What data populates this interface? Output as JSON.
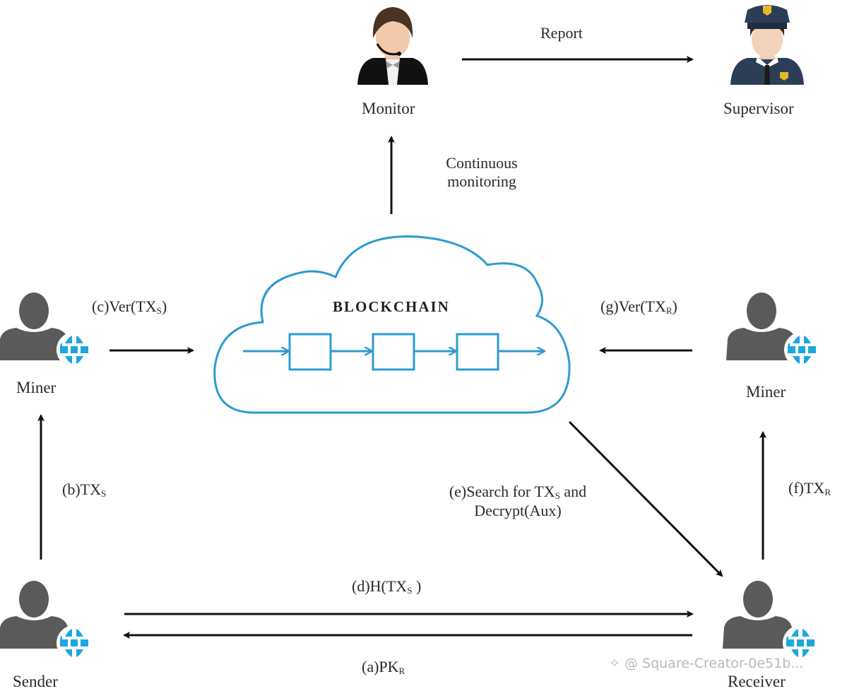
{
  "nodes": {
    "monitor": {
      "label": "Monitor"
    },
    "supervisor": {
      "label": "Supervisor"
    },
    "miner_left": {
      "label": "Miner"
    },
    "miner_right": {
      "label": "Miner"
    },
    "sender": {
      "label": "Sender"
    },
    "receiver": {
      "label": "Receiver"
    },
    "blockchain": {
      "label": "BLOCKCHAIN",
      "block_count": 3
    }
  },
  "edges": {
    "report": {
      "text": "Report"
    },
    "monitoring": {
      "line1": "Continuous",
      "line2": "monitoring"
    },
    "c": {
      "prefix": "(c)Ver(TX",
      "sub": "S",
      "suffix": ")"
    },
    "g": {
      "prefix": "(g)Ver(TX",
      "sub": "R",
      "suffix": ")"
    },
    "b": {
      "prefix": "(b)TX",
      "sub": "S",
      "suffix": ""
    },
    "f": {
      "prefix": "(f)TX",
      "sub": "R",
      "suffix": ""
    },
    "e": {
      "line1_prefix": "(e)Search for TX",
      "line1_sub": "S",
      "line1_suffix": " and",
      "line2": "Decrypt(Aux)"
    },
    "d": {
      "prefix": "(d)H(TX",
      "sub": "S",
      "suffix": " )"
    },
    "a": {
      "prefix": "(a)PK",
      "sub": "R",
      "suffix": ""
    }
  },
  "colors": {
    "cloud_stroke": "#2e9bd1",
    "arrow": "#111111",
    "person_gray": "#5a5a5a",
    "globe_blue": "#1ea6de",
    "police_navy": "#2c3e56",
    "badge_gold": "#e9b82a"
  },
  "watermark": {
    "text": "@ Square-Creator-0e51b..."
  }
}
